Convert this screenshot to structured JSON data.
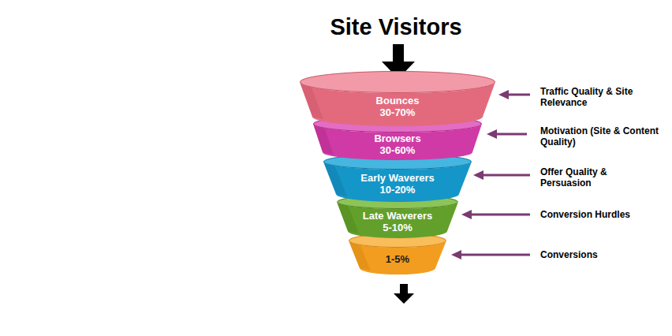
{
  "diagram": {
    "title": "Site Visitors",
    "nodes": [
      {
        "text": [
          "Bounces",
          "30-70%"
        ]
      },
      {
        "text": [
          "Browsers",
          "30-60%"
        ]
      },
      {
        "text": [
          "Early Waverers",
          "10-20%"
        ]
      },
      {
        "text": [
          "Late Waverers",
          "5-10%"
        ]
      },
      {
        "text": [
          "1-5%"
        ]
      }
    ],
    "labels": [
      "Traffic Quality & Site Relevance",
      "Motivation (Site & Content Quality)",
      "Offer Quality & Persuasion",
      "Conversion Hurdles",
      "Conversions"
    ]
  }
}
